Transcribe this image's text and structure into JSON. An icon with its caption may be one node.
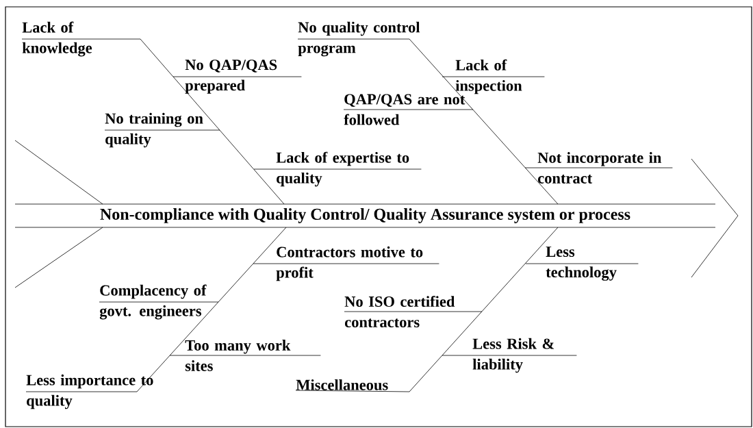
{
  "diagram": {
    "nodes": [
      {
        "text": [
          "Lack of knowledge"
        ]
      },
      {
        "text": [
          "No quality control program"
        ]
      },
      {
        "text": [
          "No QAP/QAS prepared"
        ]
      },
      {
        "text": [
          "Lack of inspection"
        ]
      },
      {
        "text": [
          "QAP/QAS are not followed"
        ]
      },
      {
        "text": [
          "No training on quality"
        ]
      },
      {
        "text": [
          "Lack of expertise to quality"
        ]
      },
      {
        "text": [
          "Not incorporate in contract"
        ]
      },
      {
        "text": [
          "Non-compliance with Quality Control/ Quality Assurance system or process"
        ]
      },
      {
        "text": [
          "Contractors motive to profit"
        ]
      },
      {
        "text": [
          "Less technology"
        ]
      },
      {
        "text": [
          "Complacency of govt. engineers"
        ]
      },
      {
        "text": [
          "No ISO certified contractors"
        ]
      },
      {
        "text": [
          "Too many work sites"
        ]
      },
      {
        "text": [
          "Less Risk & liability"
        ]
      },
      {
        "text": [
          "Less importance to quality"
        ]
      },
      {
        "text": [
          "Miscellaneous"
        ]
      }
    ],
    "edges": [
      {
        "from": 0,
        "to": 8,
        "arrow": "none"
      },
      {
        "from": 1,
        "to": 8,
        "arrow": "none"
      },
      {
        "from": 15,
        "to": 8,
        "arrow": "none"
      },
      {
        "from": 16,
        "to": 8,
        "arrow": "none"
      },
      {
        "from": 2,
        "to": null,
        "arrow": "none"
      },
      {
        "from": 5,
        "to": null,
        "arrow": "none"
      },
      {
        "from": 6,
        "to": null,
        "arrow": "none"
      },
      {
        "from": 3,
        "to": null,
        "arrow": "none"
      },
      {
        "from": 4,
        "to": null,
        "arrow": "none"
      },
      {
        "from": 7,
        "to": null,
        "arrow": "none"
      },
      {
        "from": 9,
        "to": null,
        "arrow": "none"
      },
      {
        "from": 11,
        "to": null,
        "arrow": "none"
      },
      {
        "from": 13,
        "to": null,
        "arrow": "none"
      },
      {
        "from": 10,
        "to": null,
        "arrow": "none"
      },
      {
        "from": 12,
        "to": null,
        "arrow": "none"
      },
      {
        "from": 14,
        "to": null,
        "arrow": "none"
      }
    ]
  }
}
